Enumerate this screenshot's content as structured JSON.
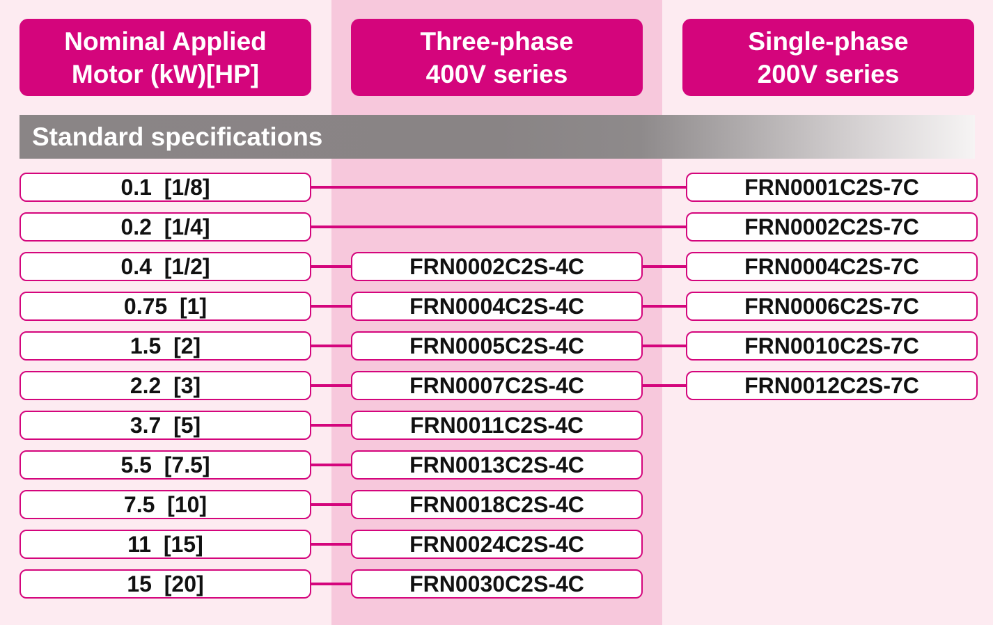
{
  "headers": {
    "motor": [
      "Nominal Applied",
      "Motor (kW)[HP]"
    ],
    "three_phase": [
      "Three-phase",
      "400V series"
    ],
    "single_phase": [
      "Single-phase",
      "200V series"
    ]
  },
  "section_title": "Standard specifications",
  "rows": [
    {
      "motor": "0.1  [1/8]",
      "three_phase": "",
      "single_phase": "FRN0001C2S-7C"
    },
    {
      "motor": "0.2  [1/4]",
      "three_phase": "",
      "single_phase": "FRN0002C2S-7C"
    },
    {
      "motor": "0.4  [1/2]",
      "three_phase": "FRN0002C2S-4C",
      "single_phase": "FRN0004C2S-7C"
    },
    {
      "motor": "0.75  [1]",
      "three_phase": "FRN0004C2S-4C",
      "single_phase": "FRN0006C2S-7C"
    },
    {
      "motor": "1.5  [2]",
      "three_phase": "FRN0005C2S-4C",
      "single_phase": "FRN0010C2S-7C"
    },
    {
      "motor": "2.2  [3]",
      "three_phase": "FRN0007C2S-4C",
      "single_phase": "FRN0012C2S-7C"
    },
    {
      "motor": "3.7  [5]",
      "three_phase": "FRN0011C2S-4C",
      "single_phase": ""
    },
    {
      "motor": "5.5  [7.5]",
      "three_phase": "FRN0013C2S-4C",
      "single_phase": ""
    },
    {
      "motor": "7.5  [10]",
      "three_phase": "FRN0018C2S-4C",
      "single_phase": ""
    },
    {
      "motor": "11  [15]",
      "three_phase": "FRN0024C2S-4C",
      "single_phase": ""
    },
    {
      "motor": "15  [20]",
      "three_phase": "FRN0030C2S-4C",
      "single_phase": ""
    }
  ],
  "colors": {
    "accent": "#d4057c",
    "background": "#fdebf1",
    "middle_band": "#f7c8dc"
  }
}
